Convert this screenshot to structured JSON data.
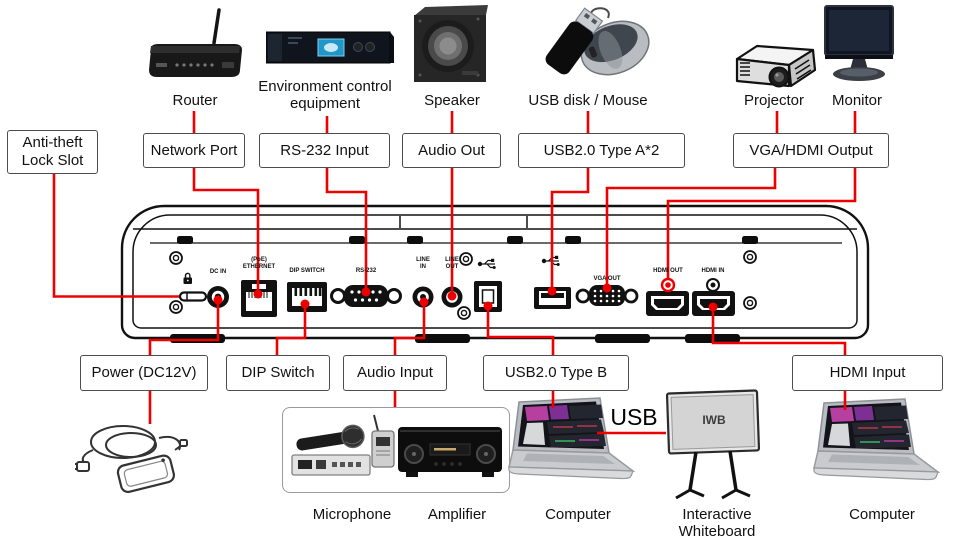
{
  "colors": {
    "connector_red": "#ee0000",
    "callout_border": "#4d4d4d"
  },
  "devices_top": {
    "router": "Router",
    "env_control": "Environment control\nequipment",
    "speaker": "Speaker",
    "usb_disk_mouse": "USB disk / Mouse",
    "projector": "Projector",
    "monitor": "Monitor"
  },
  "callouts_top": {
    "anti_theft": "Anti-theft\nLock Slot",
    "network_port": "Network Port",
    "rs232_input": "RS-232 Input",
    "audio_out": "Audio Out",
    "usb_type_a": "USB2.0 Type A*2",
    "vga_hdmi_output": "VGA/HDMI Output"
  },
  "callouts_bottom": {
    "power": "Power (DC12V)",
    "dip_switch": "DIP Switch",
    "audio_input": "Audio Input",
    "usb_type_b": "USB2.0 Type B",
    "hdmi_input": "HDMI Input"
  },
  "panel_ports": {
    "dc_in": "DC IN",
    "ethernet": "(PoE)\nETHERNET",
    "dip_switch": "DIP SWITCH",
    "rs232": "RS-232",
    "line_in": "LINE\nIN",
    "line_out": "LINE\nOUT",
    "vga_out": "VGA OUT",
    "hdmi_out": "HDMI OUT",
    "hdmi_in": "HDMI IN"
  },
  "devices_bottom": {
    "microphone": "Microphone",
    "amplifier": "Amplifier",
    "computer_left": "Computer",
    "interactive_whiteboard": "Interactive\nWhiteboard",
    "computer_right": "Computer",
    "usb_link": "USB",
    "iwb_screen": "IWB"
  }
}
